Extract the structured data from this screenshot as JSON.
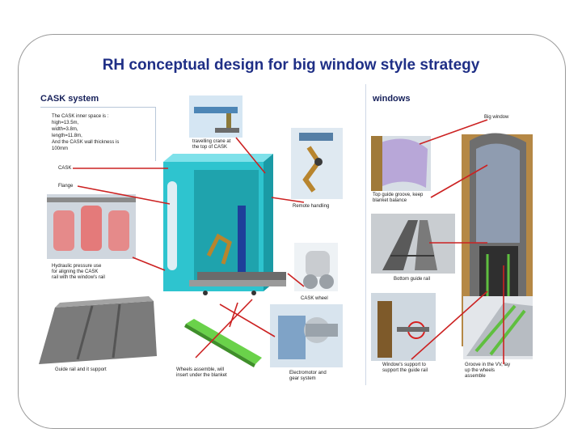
{
  "title": "RH conceptual design for big window style strategy",
  "left": {
    "header": "CASK system",
    "spec_lines": [
      "The CASK inner space is :",
      "high=13.5m,",
      "width=3.8m,",
      "length=11.8m,",
      "And the CASK wall thickness is",
      "100mm"
    ],
    "labels": {
      "cask": "CASK",
      "flange": "Flange",
      "crane": "travelling crane at\nthe top of CASK",
      "remote": "Remote handling",
      "hydraulic": "Hydraulic pressure use\nfor aligning the CASK\nrail with the window's rail",
      "caskwheel": "CASK wheel",
      "guide": "Guide rail and it support",
      "wheels": "Wheels assemble, will\ninsert under the blanket",
      "electro": "Electromotor and\ngear system"
    }
  },
  "right": {
    "header": "windows",
    "labels": {
      "big": "Big window",
      "topguide": "Top guide groove, keep\nblanket balance",
      "bottomguide": "Bottom guide rail",
      "support": "Window's support to\nsupport the guide rail",
      "groove": "Groove in the VV, lay\nup the wheels\nassemble"
    }
  },
  "colors": {
    "title": "#1f2f86",
    "arrow": "#cc2222",
    "cask_body": "#2ec4cf",
    "rail_gray": "#8a8a8a",
    "beam_green": "#6ad24a"
  }
}
